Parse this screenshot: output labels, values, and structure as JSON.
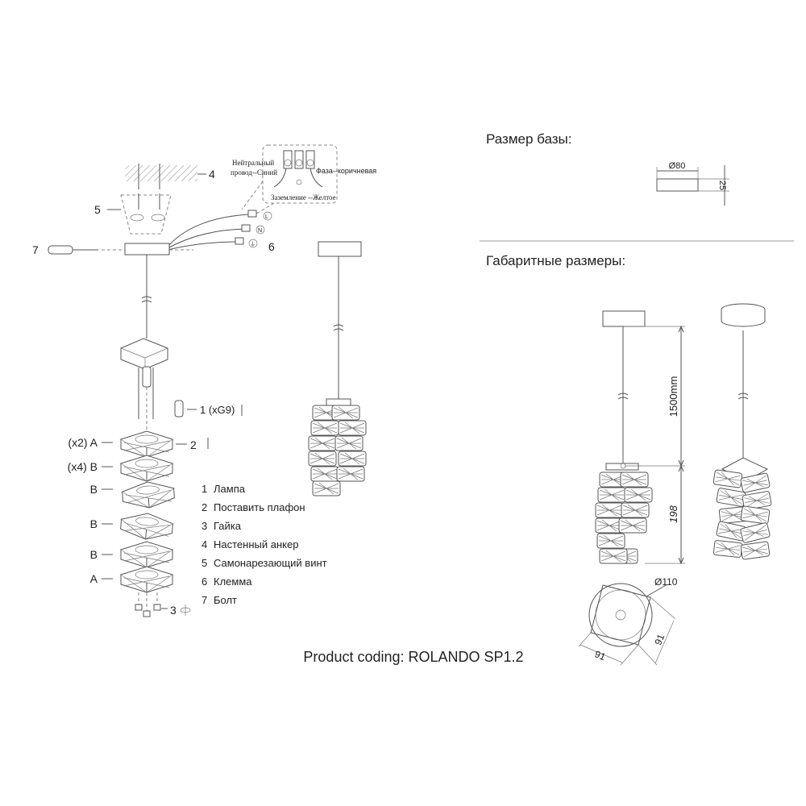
{
  "base_size": {
    "title": "Размер базы:",
    "diameter": "Ø80",
    "height": "25"
  },
  "overall_size": {
    "title": "Габаритные размеры:",
    "cable_length": "1500mm",
    "shade_height": "198",
    "diameter": "Ø110",
    "width_a": "91",
    "width_b": "91"
  },
  "wiring": {
    "neutral": "Нейтральный",
    "neutral2": "провод--Синий",
    "phase": "Фаза--коричневая",
    "ground": "Заземление --Желтое",
    "terminal_marks": [
      "L",
      "N",
      "⏚"
    ]
  },
  "callouts": {
    "c1": "1 (xG9)",
    "c2": "2",
    "c3": "3",
    "c4": "4",
    "c5": "5",
    "c6": "6",
    "c7": "7"
  },
  "rings": [
    {
      "label": "(x2) A"
    },
    {
      "label": "(x4) B"
    },
    {
      "label": "B"
    },
    {
      "label": "B"
    },
    {
      "label": "B"
    },
    {
      "label": "A"
    }
  ],
  "legend": [
    {
      "num": "1",
      "text": "Лампа"
    },
    {
      "num": "2",
      "text": "Поставить плафон"
    },
    {
      "num": "3",
      "text": "Гайка"
    },
    {
      "num": "4",
      "text": "Настенный анкер"
    },
    {
      "num": "5",
      "text": "Самонарезающий винт"
    },
    {
      "num": "6",
      "text": "Клемма"
    },
    {
      "num": "7",
      "text": "Болт"
    }
  ],
  "product_coding": "Product coding: ROLANDO SP1.2"
}
